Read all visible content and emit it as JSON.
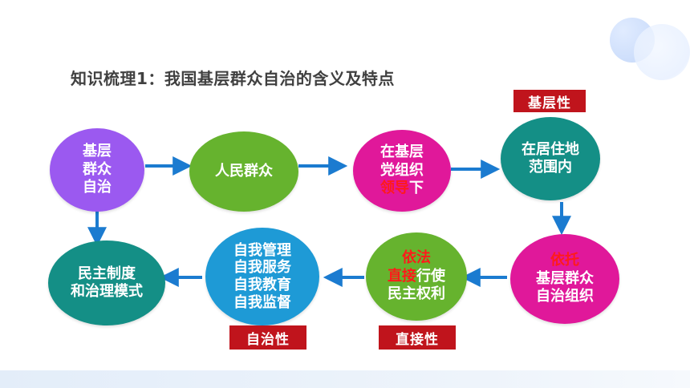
{
  "title": "知识梳理1：我国基层群众自治的含义及特点",
  "nodes": {
    "n1": [
      "基层",
      "群众",
      "自治"
    ],
    "n2": [
      "人民群众"
    ],
    "n3": {
      "l1": "在基层",
      "l2": "党组织",
      "l3_red": "领导",
      "l3_rest": "下"
    },
    "n4": [
      "在居住地",
      "范围内"
    ],
    "n5": {
      "l1_red": "依托",
      "l2": "基层群众",
      "l3": "自治组织"
    },
    "n6": {
      "l1_red": "依法",
      "l2_red": "直接",
      "l2_rest": "行使",
      "l3": "民主权利"
    },
    "n7": [
      "自我管理",
      "自我服务",
      "自我教育",
      "自我监督"
    ],
    "n8": [
      "民主制度",
      "和治理模式"
    ]
  },
  "badges": {
    "b1": "基层性",
    "b2": "自治性",
    "b3": "直接性"
  },
  "colors": {
    "purple": "#9b59f0",
    "green": "#66b32e",
    "magenta": "#e0189a",
    "teal": "#148f86",
    "blue": "#1e9ad6",
    "arrow": "#1b7bd0",
    "badge": "#c0141c",
    "highlight": "#ff1a1a"
  }
}
